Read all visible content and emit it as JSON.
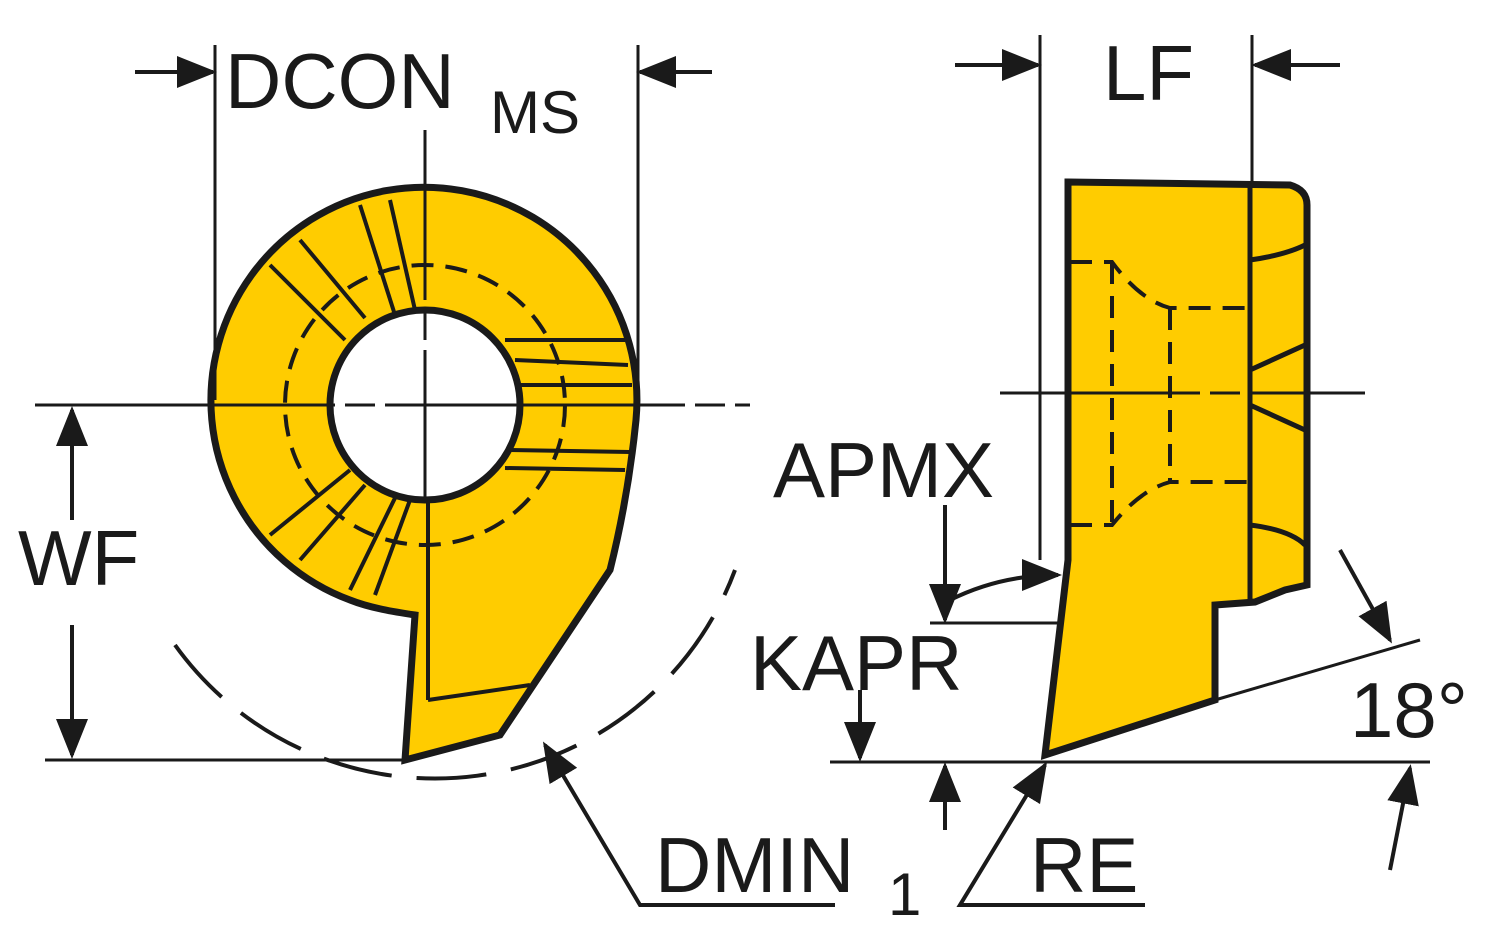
{
  "colors": {
    "insert": "#FFCC00",
    "line": "#1a1a1a"
  },
  "labels": {
    "dcon": "DCON",
    "dcon_sub": "MS",
    "lf": "LF",
    "apmx": "APMX",
    "kapr": "KAPR",
    "wf": "WF",
    "dmin": "DMIN",
    "dmin_sub": "1",
    "re": "RE",
    "angle": "18°"
  }
}
